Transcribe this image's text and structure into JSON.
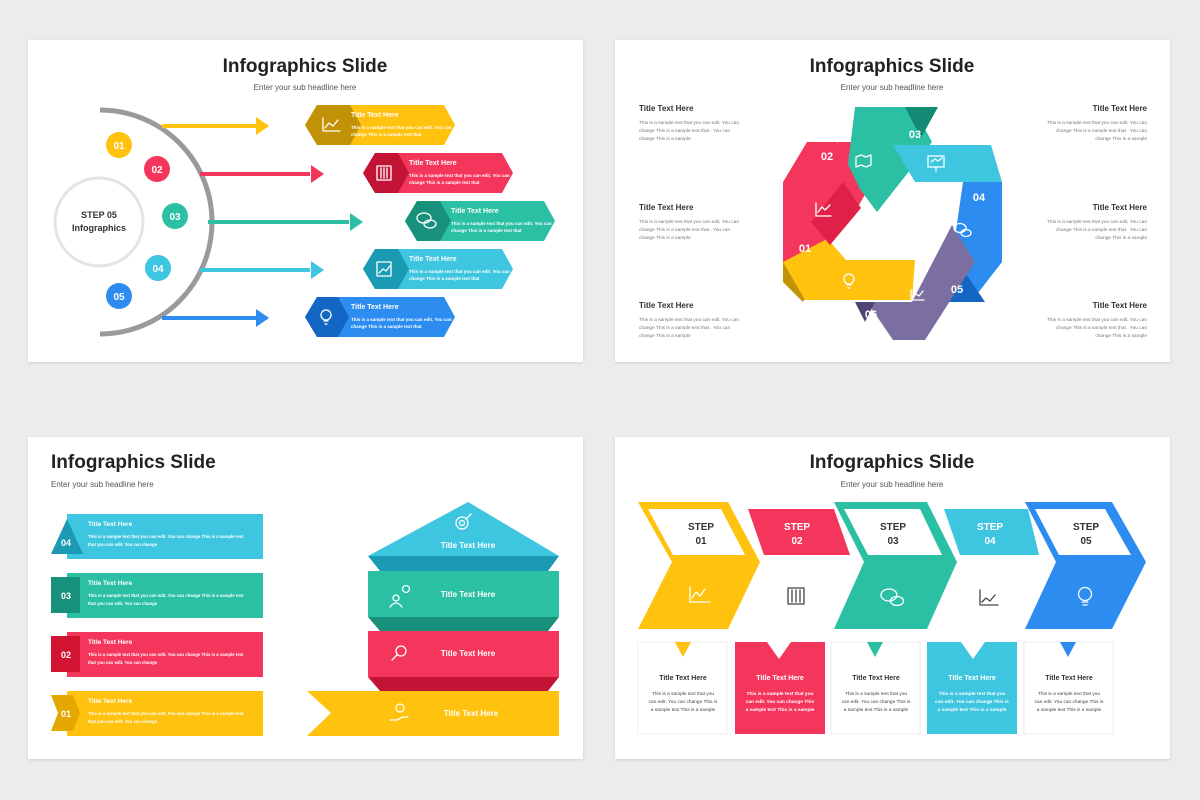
{
  "colors": {
    "yellow": "#ffc20e",
    "red": "#f5365c",
    "teal": "#2bbfa4",
    "cyan": "#3ec6e0",
    "blue": "#2d8cf0",
    "purple": "#7a6fa0"
  },
  "slide1": {
    "title": "Infographics Slide",
    "subtitle": "Enter your sub headline here",
    "center_line1": "STEP 05",
    "center_line2": "Infographics",
    "items": [
      {
        "num": "01",
        "title": "Title Text Here",
        "line1": "This is a sample text that you can edit. You can",
        "line2": "change This is a sample text that",
        "icon": "chart-icon"
      },
      {
        "num": "02",
        "title": "Title Text Here",
        "line1": "This is a sample text that you can edit. You can",
        "line2": "change This is a sample text that",
        "icon": "sliders-icon"
      },
      {
        "num": "03",
        "title": "Title Text Here",
        "line1": "This is a sample text that you can edit. You can",
        "line2": "change This is a sample text that",
        "icon": "chat-icon"
      },
      {
        "num": "04",
        "title": "Title Text Here",
        "line1": "This is a sample text that you can edit. You can",
        "line2": "change This is a sample text that",
        "icon": "growth-icon"
      },
      {
        "num": "05",
        "title": "Title Text Here",
        "line1": "This is a sample text that you can edit. You can",
        "line2": "change This is a sample text that",
        "icon": "bulb-icon"
      }
    ]
  },
  "slide2": {
    "title": "Infographics Slide",
    "subtitle": "Enter your sub headline here",
    "numbers": [
      "01",
      "02",
      "03",
      "04",
      "05",
      "06"
    ],
    "blocks": [
      {
        "title": "Title Text Here",
        "line1": "This is a sample text that you can edit. You can",
        "line2": "change This is a sample text that . You can",
        "line3": "change This is a sample"
      },
      {
        "title": "Title Text Here",
        "line1": "This is a sample text that you can edit. You can",
        "line2": "change This is a sample text that . You can",
        "line3": "change This is a sample"
      },
      {
        "title": "Title Text Here",
        "line1": "This is a sample text that you can edit. You can",
        "line2": "change This is a sample text that . You can",
        "line3": "change This is a sample"
      },
      {
        "title": "Title Text Here",
        "line1": "This is a sample text that you can edit. You can",
        "line2": "change This is a sample text that . You can",
        "line3": "change This is a sample"
      },
      {
        "title": "Title Text Here",
        "line1": "This is a sample text that you can edit. You can",
        "line2": "change This is a sample text that . You can",
        "line3": "change This is a sample"
      },
      {
        "title": "Title Text Here",
        "line1": "This is a sample text that you can edit. You can",
        "line2": "change This is a sample text that . You can",
        "line3": "change This is a sample"
      }
    ]
  },
  "slide3": {
    "title": "Infographics Slide",
    "subtitle": "Enter your sub headline here",
    "bars": [
      {
        "num": "04",
        "title": "Title Text Here",
        "line1": "This is a sample text that you can edit. You can change This is a sample text",
        "line2": "that you can edit. You can change"
      },
      {
        "num": "03",
        "title": "Title Text Here",
        "line1": "This is a sample text that you can edit. You can change This is a sample text",
        "line2": "that you can edit. You can change"
      },
      {
        "num": "02",
        "title": "Title Text Here",
        "line1": "This is a sample text that you can edit. You can change This is a sample text",
        "line2": "that you can edit. You can change"
      },
      {
        "num": "01",
        "title": "Title Text Here",
        "line1": "This is a sample text that you can edit. You can change This is a sample text",
        "line2": "that you can edit. You can change"
      }
    ],
    "tower": [
      "Title Text Here",
      "Title Text Here",
      "Title Text Here",
      "Title Text Here"
    ]
  },
  "slide4": {
    "title": "Infographics Slide",
    "subtitle": "Enter your sub headline here",
    "steps": [
      {
        "label": "STEP",
        "num": "01",
        "title": "Title Text Here",
        "line1": "This is a sample text that you",
        "line2": "can edit. You can change This is",
        "line3": "a sample text This is a sample"
      },
      {
        "label": "STEP",
        "num": "02",
        "title": "Title Text Here",
        "line1": "This is a sample text that you",
        "line2": "can edit. You can change This",
        "line3": "a sample text This is a sample"
      },
      {
        "label": "STEP",
        "num": "03",
        "title": "Title Text Here",
        "line1": "This is a sample text that you",
        "line2": "can edit. You can change This is",
        "line3": "a sample text This is a sample"
      },
      {
        "label": "STEP",
        "num": "04",
        "title": "Title Text Here",
        "line1": "This is a sample text that you",
        "line2": "can edit. You can change This is",
        "line3": "a sample text This is a sample"
      },
      {
        "label": "STEP",
        "num": "05",
        "title": "Title Text Here",
        "line1": "This is a sample text that you",
        "line2": "can edit. You can change This is",
        "line3": "a sample text This is a sample"
      }
    ]
  }
}
